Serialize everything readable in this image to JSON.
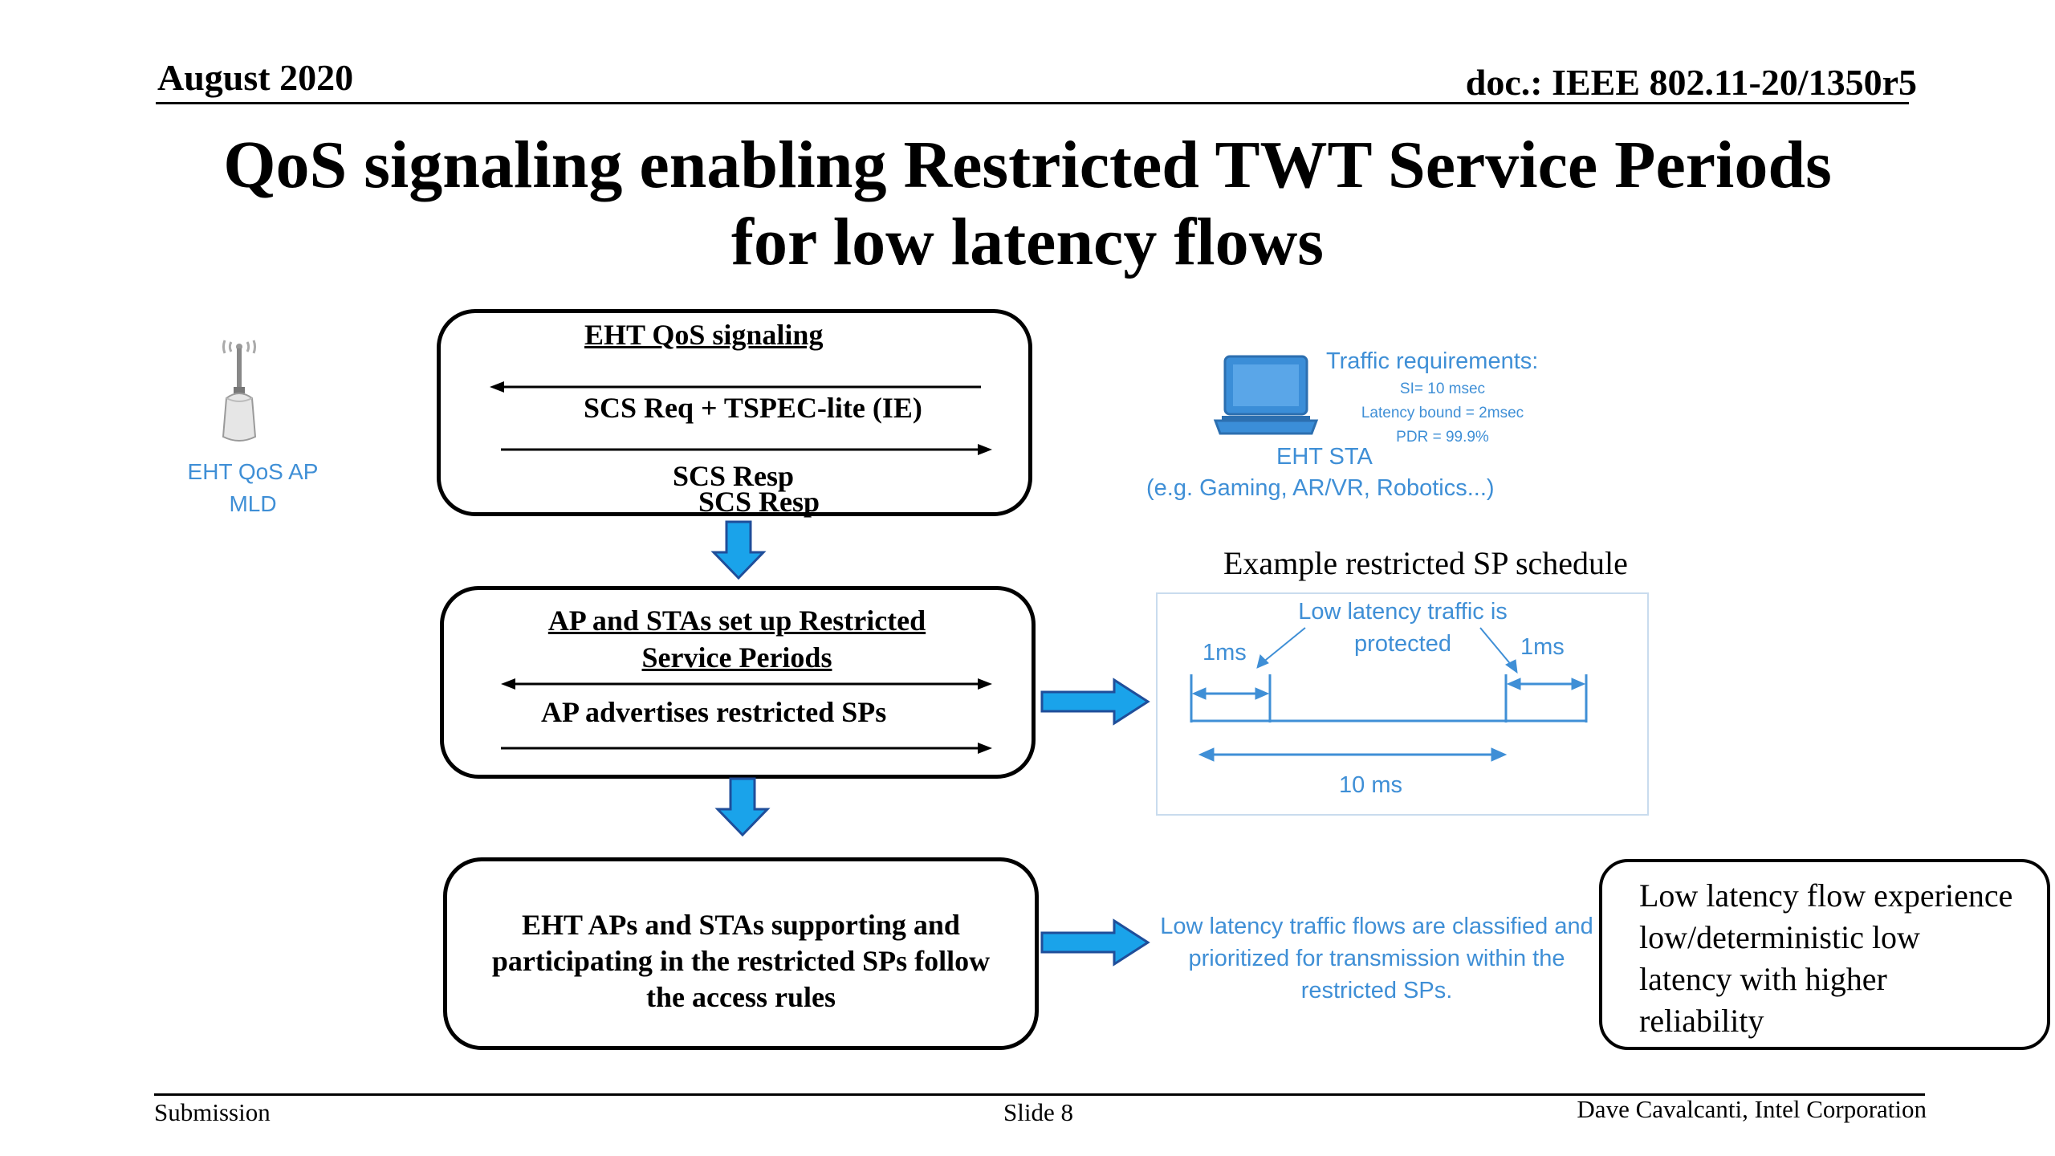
{
  "header": {
    "date": "August 2020",
    "doc": "doc.: IEEE 802.11-20/1350r5"
  },
  "title": {
    "line1": "QoS signaling enabling Restricted TWT Service Periods",
    "line2": "for low latency flows"
  },
  "ap": {
    "label_line1": "EHT QoS AP",
    "label_line2": "MLD",
    "icon": "wireless-access-point-icon"
  },
  "sta": {
    "icon": "laptop-icon",
    "req_title": "Traffic requirements:",
    "req_si": "SI= 10 msec",
    "req_latency": "Latency bound = 2msec",
    "req_pdr": "PDR = 99.9%",
    "name": "EHT STA",
    "examples": "(e.g. Gaming, AR/VR, Robotics...)"
  },
  "box1": {
    "heading": "EHT QoS signaling",
    "msg1": "SCS Req + TSPEC-lite (IE)",
    "msg2": "SCS Resp",
    "msg2_overlap": "SCS Resp"
  },
  "box2": {
    "heading_line1": "AP and STAs set up Restricted",
    "heading_line2": "Service Periods",
    "msg": "AP advertises restricted SPs"
  },
  "box3": {
    "line1": "EHT APs and STAs supporting and",
    "line2": "participating in the restricted SPs follow",
    "line3": "the access rules"
  },
  "schedule": {
    "title": "Example restricted SP schedule",
    "note_line1": "Low latency traffic is",
    "note_line2": "protected",
    "left_sp": "1ms",
    "right_sp": "1ms",
    "interval": "10 ms"
  },
  "classification": {
    "line1": "Low latency traffic flows are classified and",
    "line2": "prioritized for transmission within the",
    "line3": "restricted SPs."
  },
  "outcome": {
    "line1": "Low latency flow experience",
    "line2": "low/deterministic low",
    "line3": "latency with higher",
    "line4": "reliability"
  },
  "footer": {
    "left": "Submission",
    "center": "Slide 8",
    "right": "Dave Cavalcanti, Intel Corporation"
  },
  "colors": {
    "accent_blue": "#3f8fd6",
    "arrow_fill": "#1aa3ea",
    "arrow_stroke": "#1f4e9a"
  }
}
